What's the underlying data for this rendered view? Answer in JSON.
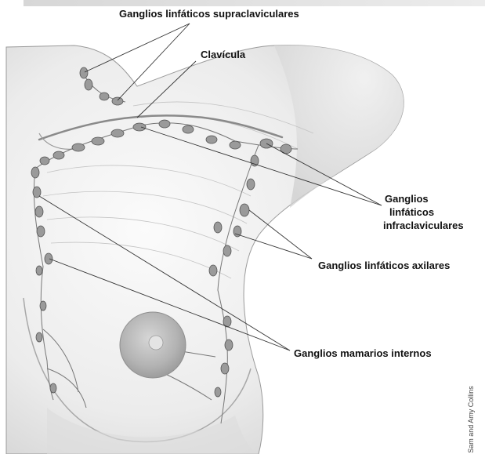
{
  "labels": {
    "supraclavicular": "Ganglios linfáticos supraclaviculares",
    "clavicle": "Clavícula",
    "infraclavicular": [
      "Ganglios",
      "linfáticos",
      "infraclaviculares"
    ],
    "axillary": "Ganglios linfáticos axilares",
    "internal_mammary": "Ganglios mamarios internos"
  },
  "credit": "Sam and Amy Collins",
  "colors": {
    "skin_light": "#f2f2f2",
    "skin_mid": "#dcdcdc",
    "node_fill": "#9a9a9a",
    "node_stroke": "#555555",
    "leader_line": "#333333",
    "areola": "#b3b3b3"
  }
}
